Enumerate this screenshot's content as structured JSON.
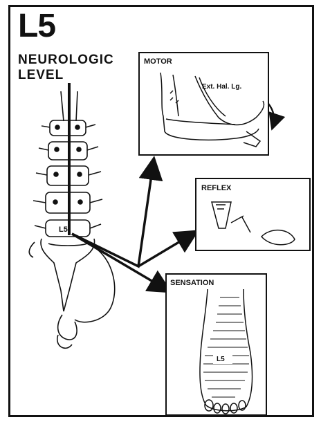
{
  "title": "L5",
  "subtitle_line1": "NEUROLOGIC",
  "subtitle_line2": "LEVEL",
  "vertebra_label": "L5",
  "panels": {
    "motor": {
      "label": "MOTOR",
      "muscle_label": "Ext. Hal. Lg."
    },
    "reflex": {
      "label": "REFLEX"
    },
    "sensation": {
      "label": "SENSATION",
      "dermatome_label": "L5"
    }
  },
  "colors": {
    "ink": "#111111",
    "paper": "#ffffff"
  }
}
